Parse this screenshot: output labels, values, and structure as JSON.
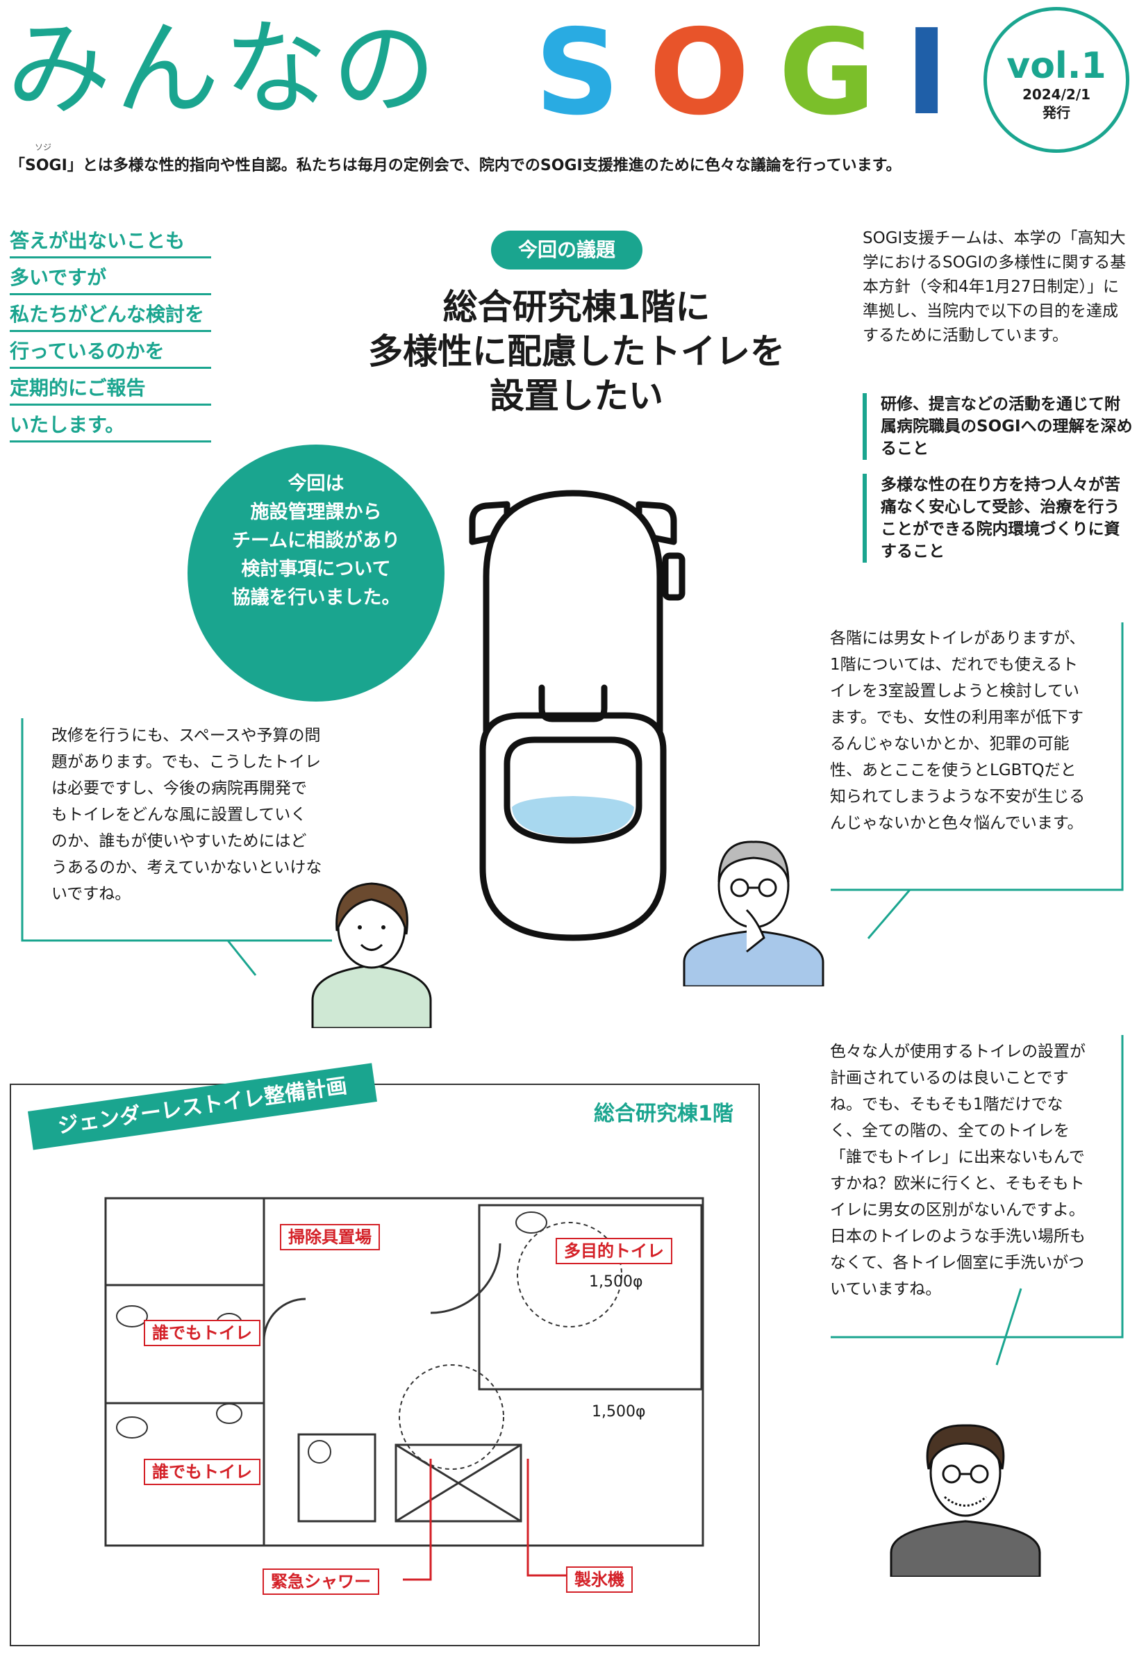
{
  "masthead": {
    "title_kana": "みんなの",
    "title_sogi": [
      {
        "letter": "S",
        "color": "#29abe2"
      },
      {
        "letter": "O",
        "color": "#e8542a"
      },
      {
        "letter": "G",
        "color": "#7bbf2a"
      },
      {
        "letter": "I",
        "color": "#1f5fa8"
      }
    ],
    "vol": "vol.1",
    "date": "2024/2/1",
    "issued": "発行"
  },
  "intro": {
    "ruby": "ソジ",
    "text": "「SOGI」とは多様な性的指向や性自認。私たちは毎月の定例会で、院内でのSOGI支援推進のために色々な議論を行っています。"
  },
  "left_list": [
    "答えが出ないことも",
    "多いですが",
    "私たちがどんな検討を",
    "行っているのかを",
    "定期的にご報告",
    "いたします。"
  ],
  "agenda": {
    "pill": "今回の議題",
    "title_lines": [
      "総合研究棟1階に",
      "多様性に配慮したトイレを",
      "設置したい"
    ]
  },
  "right_column": {
    "intro": "SOGI支援チームは、本学の「高知大学におけるSOGIの多様性に関する基本方針（令和4年1月27日制定）」に準拠し、当院内で以下の目的を達成するために活動しています。",
    "goals": [
      "研修、提言などの活動を通じて附属病院職員のSOGIへの理解を深めること",
      "多様な性の在り方を持つ人々が苦痛なく安心して受診、治療を行うことができる院内環境づくりに資すること"
    ]
  },
  "circle_note": [
    "今回は",
    "施設管理課から",
    "チームに相談があり",
    "検討事項について",
    "協議を行いました。"
  ],
  "speech": {
    "left": "改修を行うにも、スペースや予算の問題があります。でも、こうしたトイレは必要ですし、今後の病院再開発でもトイレをどんな風に設置していくのか、誰もが使いやすいためにはどうあるのか、考えていかないといけないですね。",
    "right": "各階には男女トイレがありますが、1階については、だれでも使えるトイレを3室設置しようと検討しています。でも、女性の利用率が低下するんじゃないかとか、犯罪の可能性、あとここを使うとLGBTQだと知られてしまうような不安が生じるんじゃないかと色々悩んでいます。",
    "bottom": "色々な人が使用するトイレの設置が計画されているのは良いことですね。でも、そもそも1階だけでなく、全ての階の、全てのトイレを「誰でもトイレ」に出来ないもんですかね？欧米に行くと、そもそもトイレに男女の区別がないんですよ。日本のトイレのような手洗い場所もなくて、各トイレ個室に手洗いがついていますね。"
  },
  "plan": {
    "banner": "ジェンダーレストイレ整備計画",
    "floor": "総合研究棟1階",
    "labels": {
      "cleaning": "掃除具置場",
      "multi": "多目的トイレ",
      "anyone1": "誰でもトイレ",
      "anyone2": "誰でもトイレ",
      "shower": "緊急シャワー",
      "ice": "製氷機"
    },
    "diameter1": "1,500φ",
    "diameter2": "1,500φ"
  },
  "colors": {
    "accent": "#1aa58f",
    "plan_label": "#d42027"
  }
}
